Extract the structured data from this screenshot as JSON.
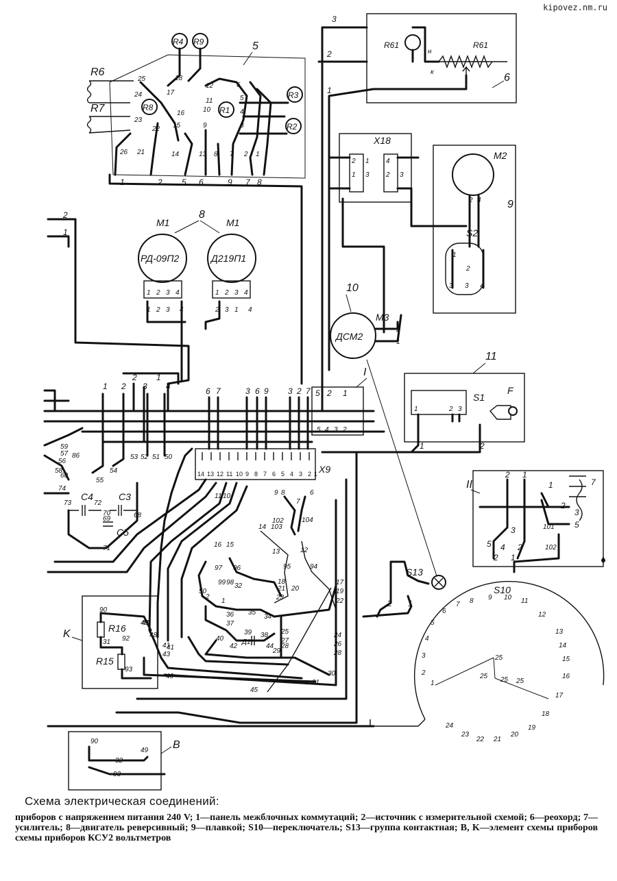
{
  "watermark": "kipovez.nm.ru",
  "caption": {
    "title": "Схема электрическая соединений:",
    "text": "приборов с напряжением питания 240 V; 1—панель межблочных коммутаций; 2—источник с измерительной схемой; 6—реохорд; 7—усилитель; 8—двигатель реверсивный; 9—плавкой; S10—переключатель; S13—группа контактная; B, K—элемент схемы приборов схемы приборов КСУ2 вольтметров"
  },
  "labels": {
    "block5": "5",
    "block6": "6",
    "block8": "8",
    "block9": "9",
    "block10": "10",
    "block11": "11",
    "blockI": "I",
    "blockII": "II",
    "blockB": "B",
    "blockK": "K"
  },
  "resistors": [
    "R4",
    "R9",
    "R3",
    "R1",
    "R2",
    "R8",
    "R6",
    "R7",
    "R61",
    "R61",
    "R16",
    "R15"
  ],
  "motors": {
    "m1a_name": "M1",
    "m1a_type": "РД-09П2",
    "m1b_name": "M1",
    "m1b_type": "Д219П1",
    "m2_name": "M2",
    "m3_name": "M3",
    "m3_type": "ДСМ2"
  },
  "components": {
    "x18": "X18",
    "x9": "X9",
    "s1": "S1",
    "f": "F",
    "s2": "S2",
    "s13": "S13",
    "s10": "S10",
    "c3": "C3",
    "c4": "C4",
    "c5": "C5"
  },
  "s10_outer": [
    "1",
    "2",
    "3",
    "4",
    "5",
    "6",
    "7",
    "8",
    "9",
    "10",
    "11",
    "12",
    "13",
    "14",
    "15",
    "16",
    "17",
    "18",
    "19",
    "20",
    "21",
    "22",
    "23",
    "24"
  ],
  "x9_terminals": [
    "14",
    "13",
    "12",
    "11",
    "10",
    "9",
    "8",
    "7",
    "6",
    "5",
    "4",
    "3",
    "2",
    "1"
  ],
  "wire_numbers": [
    "1",
    "2",
    "3",
    "4",
    "5",
    "6",
    "7",
    "8",
    "9"
  ],
  "node_numbers": [
    "20",
    "21",
    "22",
    "23",
    "24",
    "25",
    "26",
    "30",
    "31",
    "32",
    "35",
    "36",
    "37",
    "38",
    "40",
    "41",
    "42",
    "43",
    "44",
    "45",
    "46",
    "49",
    "50",
    "51",
    "52",
    "53",
    "54",
    "55",
    "56",
    "57",
    "58",
    "59",
    "60",
    "72",
    "73",
    "74",
    "90",
    "91",
    "92",
    "93",
    "94",
    "95",
    "96",
    "97",
    "98",
    "99",
    "101",
    "102",
    "103",
    "104"
  ]
}
